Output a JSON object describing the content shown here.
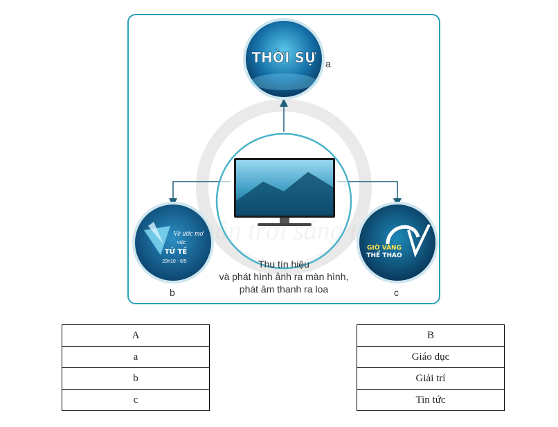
{
  "diagram": {
    "center_caption": [
      "Thu tín hiệu",
      "và phát hình ảnh ra màn hình,",
      "phát âm thanh ra loa"
    ],
    "labels": {
      "a": "a",
      "b": "b",
      "c": "c"
    },
    "logos": {
      "a": {
        "title": "THỜI SỰ"
      },
      "b": {
        "line1": "Vè ước mơ",
        "line2": "việc",
        "line3": "TỬ TẾ",
        "line4": "20h10 - 8/5"
      },
      "c": {
        "line1": "GIỜ VÀNG",
        "line2": "THỂ THAO"
      }
    },
    "watermark": "Chân trời sáng tạo",
    "colors": {
      "frame": "#2aa0b8",
      "arrow": "#1f5f7a",
      "circle_border": "#4ab3c9",
      "logo_bg": "#0f5c8c"
    }
  },
  "table_a": {
    "header": "A",
    "rows": [
      "a",
      "b",
      "c"
    ]
  },
  "table_b": {
    "header": "B",
    "rows": [
      "Giáo dục",
      "Giải trí",
      "Tin tức"
    ]
  }
}
